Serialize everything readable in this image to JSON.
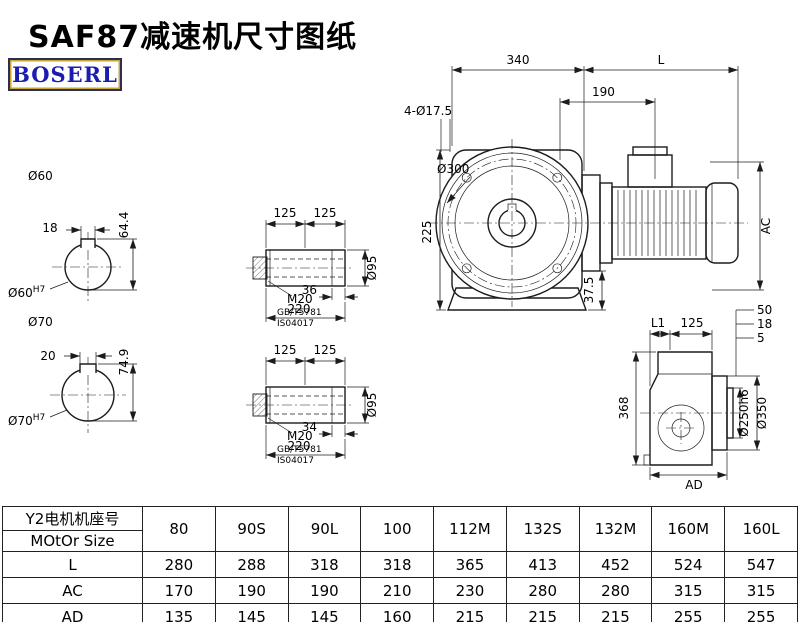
{
  "page": {
    "title": "SAF87减速机尺寸图纸",
    "logo_text": "BOSERL"
  },
  "shaft_end_top": {
    "dia": "Ø60",
    "key_width": "18",
    "key_depth": "64.4",
    "bore": "Ø60",
    "bore_fit": "H7"
  },
  "shaft_end_bottom": {
    "dia": "Ø70",
    "key_width": "20",
    "key_depth": "74.9",
    "bore": "Ø70",
    "bore_fit": "H7"
  },
  "hollow_shaft_top": {
    "seg1": "125",
    "seg2": "125",
    "thread": "M20",
    "std_gb": "GB/T5781",
    "std_iso": "IS04017",
    "thread_depth": "36",
    "total_len": "220",
    "dia": "Ø95"
  },
  "hollow_shaft_bottom": {
    "seg1": "125",
    "seg2": "125",
    "thread": "M20",
    "std_gb": "GB/T5781",
    "std_iso": "IS04017",
    "thread_depth": "34",
    "total_len": "220",
    "dia": "Ø95"
  },
  "front_view": {
    "overall_340": "340",
    "motor_len": "L",
    "dim_190": "190",
    "bolt_holes": "4-Ø17.5",
    "flange_dia": "Ø300",
    "dim_225": "225",
    "dim_37_5": "37.5",
    "motor_dia": "AC"
  },
  "side_view": {
    "dim_l1": "L1",
    "dim_125": "125",
    "dim_50": "50",
    "dim_18": "18",
    "dim_5": "5",
    "dim_368": "368",
    "spigot_dia": "Ø250h6",
    "flange_dia": "Ø350",
    "dim_ad": "AD"
  },
  "table": {
    "header_cn": "Y2电机机座号",
    "header_en": "MOtOr Size",
    "frame_sizes": [
      "80",
      "90S",
      "90L",
      "100",
      "112M",
      "132S",
      "132M",
      "160M",
      "160L"
    ],
    "rows": [
      {
        "label": "L",
        "values": [
          "280",
          "288",
          "318",
          "318",
          "365",
          "413",
          "452",
          "524",
          "547"
        ]
      },
      {
        "label": "AC",
        "values": [
          "170",
          "190",
          "190",
          "210",
          "230",
          "280",
          "280",
          "315",
          "315"
        ]
      },
      {
        "label": "AD",
        "values": [
          "135",
          "145",
          "145",
          "160",
          "215",
          "215",
          "215",
          "255",
          "255"
        ]
      }
    ]
  }
}
